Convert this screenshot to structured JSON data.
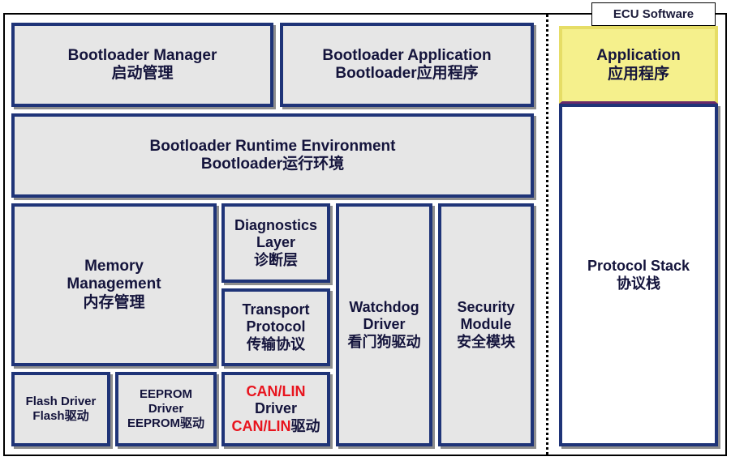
{
  "ecu_label": "ECU Software",
  "boxes": {
    "bootloader_manager": {
      "en": "Bootloader Manager",
      "zh": "启动管理"
    },
    "bootloader_application": {
      "en": "Bootloader Application",
      "zh": "Bootloader应用程序"
    },
    "runtime_environment": {
      "en": "Bootloader Runtime Environment",
      "zh": "Bootloader运行环境"
    },
    "memory_management": {
      "en1": "Memory",
      "en2": "Management",
      "zh": "内存管理"
    },
    "diagnostics_layer": {
      "en1": "Diagnostics",
      "en2": "Layer",
      "zh": "诊断层"
    },
    "transport_protocol": {
      "en1": "Transport",
      "en2": "Protocol",
      "zh": "传输协议"
    },
    "watchdog_driver": {
      "en1": "Watchdog",
      "en2": "Driver",
      "zh": "看门狗驱动"
    },
    "security_module": {
      "en1": "Security",
      "en2": "Module",
      "zh": "安全模块"
    },
    "flash_driver": {
      "en": "Flash Driver",
      "zh": "Flash驱动"
    },
    "eeprom_driver": {
      "en1": "EEPROM",
      "en2": "Driver",
      "zh": "EEPROM驱动"
    },
    "can_lin_driver": {
      "en1": "CAN/LIN",
      "en2": "Driver",
      "zh_prefix": "CAN/LIN",
      "zh_suffix": "驱动"
    },
    "application": {
      "en": "Application",
      "zh": "应用程序"
    },
    "protocol_stack": {
      "en": "Protocol Stack",
      "zh": "协议栈"
    }
  },
  "colors": {
    "box_border": "#1f3478",
    "box_fill": "#e6e6e6",
    "text": "#14143c",
    "highlight_red": "#e8141e",
    "application_fill": "#f5f08c"
  }
}
